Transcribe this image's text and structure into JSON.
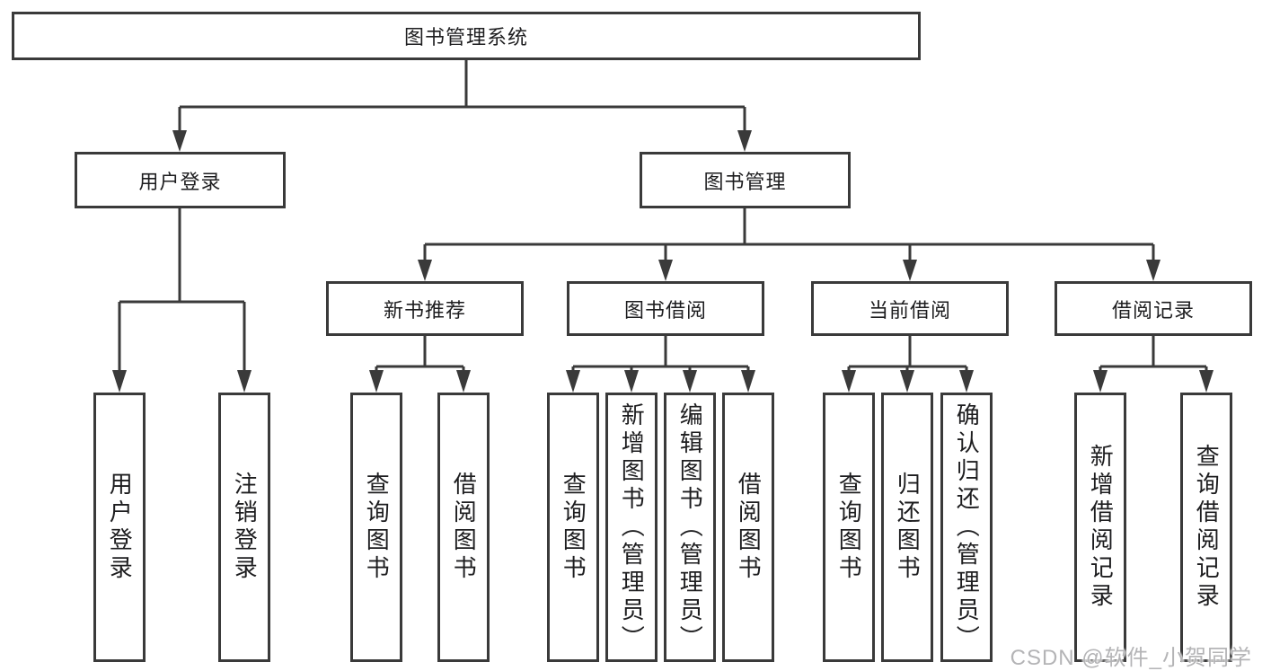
{
  "diagram": {
    "watermark": "CSDN @软件_小贺同学",
    "colors": {
      "line": "#3a3a3a",
      "text": "#1d1d1f",
      "background": "#ffffff",
      "watermark": "#b4b4b6"
    },
    "root": {
      "label": "图书管理系统"
    },
    "branches": [
      {
        "label": "用户登录",
        "children": [
          {
            "label": "用户登录"
          },
          {
            "label": "注销登录"
          }
        ]
      },
      {
        "label": "图书管理",
        "children": [
          {
            "label": "新书推荐",
            "children": [
              {
                "label": "查询图书"
              },
              {
                "label": "借阅图书"
              }
            ]
          },
          {
            "label": "图书借阅",
            "children": [
              {
                "label": "查询图书"
              },
              {
                "label": "新增图书（管理员）"
              },
              {
                "label": "编辑图书（管理员）"
              },
              {
                "label": "借阅图书"
              }
            ]
          },
          {
            "label": "当前借阅",
            "children": [
              {
                "label": "查询图书"
              },
              {
                "label": "归还图书"
              },
              {
                "label": "确认归还（管理员）"
              }
            ]
          },
          {
            "label": "借阅记录",
            "children": [
              {
                "label": "新增借阅记录"
              },
              {
                "label": "查询借阅记录"
              }
            ]
          }
        ]
      }
    ]
  }
}
